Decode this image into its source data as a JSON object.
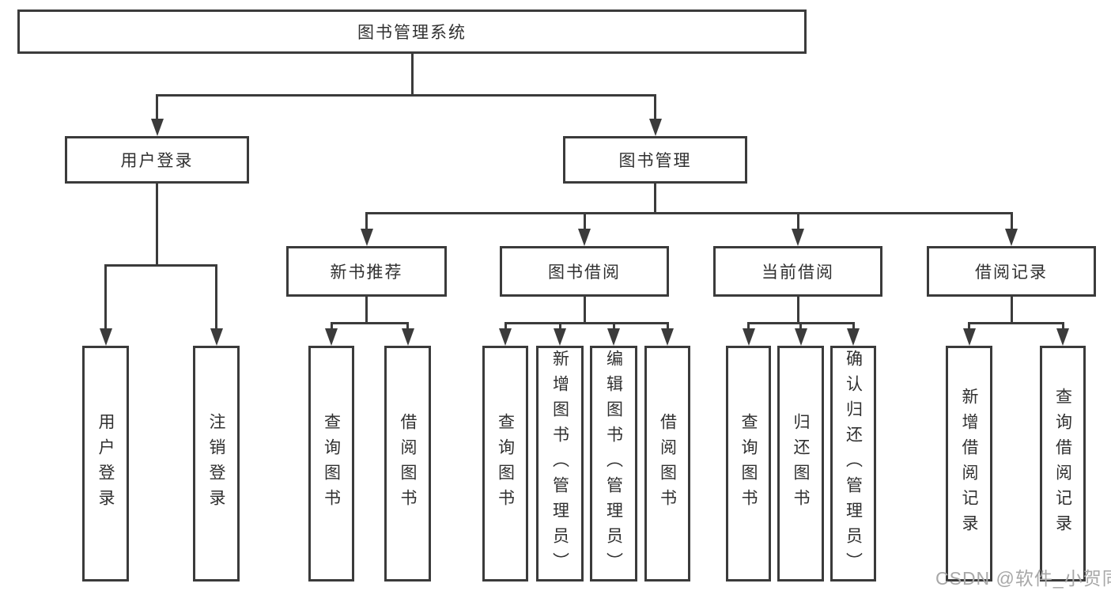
{
  "tree": {
    "root": {
      "label": "图书管理系统",
      "children": [
        {
          "label": "用户登录",
          "children": [
            {
              "label": "用户登录"
            },
            {
              "label": "注销登录"
            }
          ]
        },
        {
          "label": "图书管理",
          "children": [
            {
              "label": "新书推荐",
              "children": [
                {
                  "label": "查询图书"
                },
                {
                  "label": "借阅图书"
                }
              ]
            },
            {
              "label": "图书借阅",
              "children": [
                {
                  "label": "查询图书"
                },
                {
                  "label": "新增图书（管理员）"
                },
                {
                  "label": "编辑图书（管理员）"
                },
                {
                  "label": "借阅图书"
                }
              ]
            },
            {
              "label": "当前借阅",
              "children": [
                {
                  "label": "查询图书"
                },
                {
                  "label": "归还图书"
                },
                {
                  "label": "确认归还（管理员）"
                }
              ]
            },
            {
              "label": "借阅记录",
              "children": [
                {
                  "label": "新增借阅记录"
                },
                {
                  "label": "查询借阅记录"
                }
              ]
            }
          ]
        }
      ]
    }
  },
  "watermark": {
    "text": "CSDN @软件_小贺同学"
  },
  "colors": {
    "line": "#3b3b3b",
    "text": "#303030",
    "box_background": "#ffffff",
    "watermark": "#a8a8a8"
  }
}
